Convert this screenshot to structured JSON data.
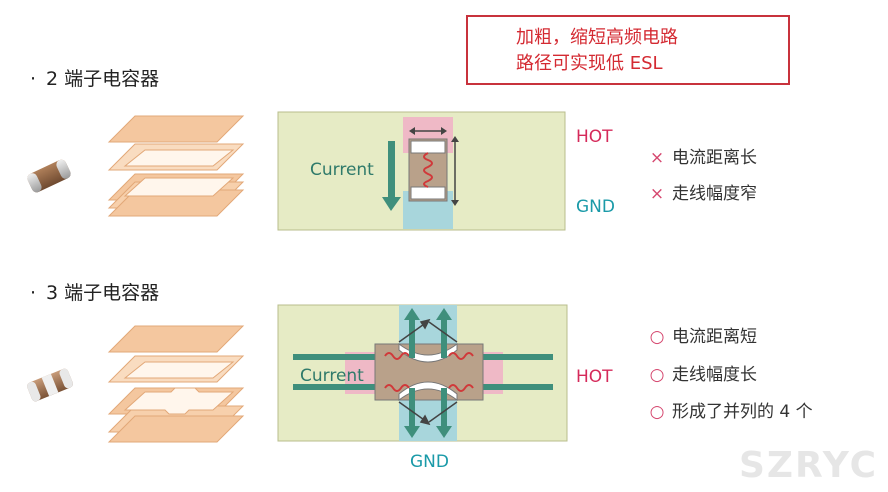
{
  "callout": {
    "line1": "加粗，缩短高频电路",
    "line2": "路径可实现低 ESL"
  },
  "section2": {
    "title": "2 端子电容器",
    "current_label": "Current",
    "hot": "HOT",
    "gnd": "GND",
    "notes": [
      {
        "mark": "×",
        "text": "电流距离长"
      },
      {
        "mark": "×",
        "text": "走线幅度窄"
      }
    ]
  },
  "section3": {
    "title": "3 端子电容器",
    "current_label": "Current",
    "hot": "HOT",
    "gnd": "GND",
    "notes": [
      {
        "mark": "○",
        "text": "电流距离短"
      },
      {
        "mark": "○",
        "text": "走线幅度长"
      },
      {
        "mark": "○",
        "text": "形成了并列的 4 个"
      }
    ]
  },
  "bullet": "·",
  "watermark": "SZRYC",
  "colors": {
    "board": "#e6ebc5",
    "hot_pad": "#efb9c6",
    "gnd_pad": "#a8d6dc",
    "trace": "#3f8f7c",
    "accent_red": "#d42a32",
    "layer": "#f4c79f"
  }
}
